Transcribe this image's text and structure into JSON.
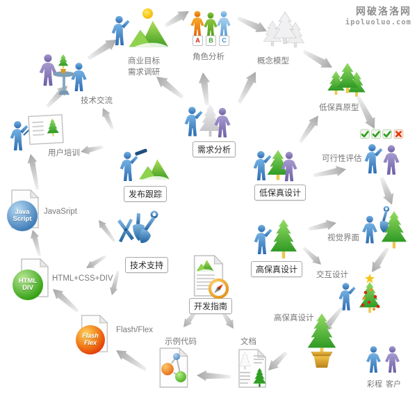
{
  "watermark": {
    "line1": "网破洛洛网",
    "line2": "ipoluoluo.com"
  },
  "legend": {
    "company": "彩程",
    "client": "客户"
  },
  "labels": {
    "tech_exchange": "技术交流",
    "business_goal_1": "商业目标",
    "business_goal_2": "需求调研",
    "role_analysis": "角色分析",
    "role_letters": [
      "A",
      "B",
      "C"
    ],
    "concept_model": "概念模型",
    "lofi_prototype": "低保真原型",
    "feasibility": "可行性评估",
    "requirement_analysis": "需求分析",
    "lofi_design": "低保真设计",
    "release_tracking": "发布跟踪",
    "user_training": "用户培训",
    "javascript": "JavaSript",
    "js_sphere": [
      "Java",
      "Script"
    ],
    "html_css": "HTML+CSS+DIV",
    "html_sphere": [
      "HTML",
      "DIV"
    ],
    "flash": "Flash/Flex",
    "flash_sphere": [
      "Flash",
      "Flex"
    ],
    "tech_support": "技术支持",
    "dev_guide": "开发指南",
    "sample_code": "示例代码",
    "documentation": "文档",
    "hifi_design": "高保真设计",
    "visual_interface": "视觉界面",
    "interaction_design": "交互设计",
    "hifi_design_bottom": "高保真设计"
  },
  "colors": {
    "company_blue": "#3d7fc1",
    "client_purple": "#8172b2",
    "tree_green": "#3aa428",
    "gray_tree": "#d8d8da",
    "check_green": "#2e9e1e",
    "cross_red": "#e03808",
    "letter_a": "#cc2211",
    "letter_b": "#3a9e28",
    "letter_c": "#3a8fd0",
    "arrow_gray": "#a2a2a2",
    "sun_yellow": "#f5b800"
  }
}
